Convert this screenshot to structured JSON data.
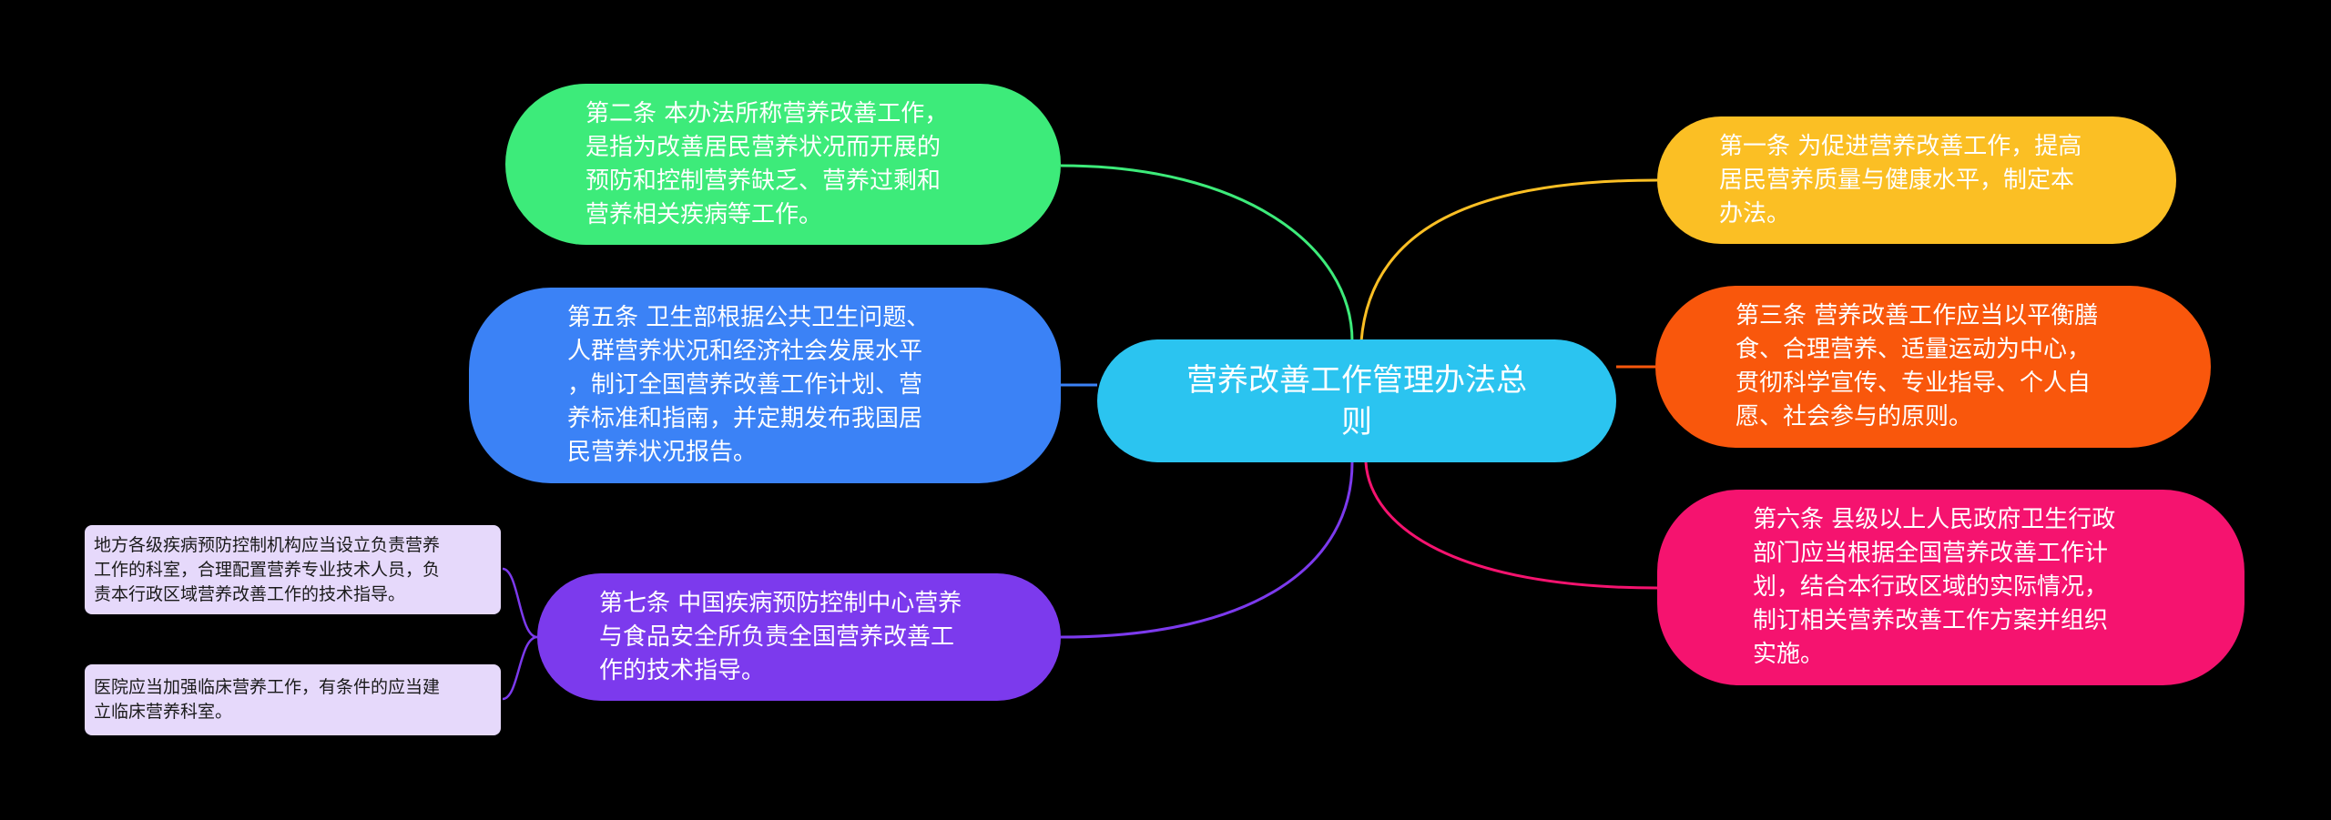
{
  "diagram": {
    "root": {
      "text": "营养改善工作管理办法总\n则",
      "color": "#2bc4f0"
    },
    "branches": [
      {
        "id": "art2",
        "text": "第二条 本办法所称营养改善工作，\n是指为改善居民营养状况而开展的\n预防和控制营养缺乏、营养过剩和\n营养相关疾病等工作。",
        "color": "#3deb7a"
      },
      {
        "id": "art5",
        "text": "第五条 卫生部根据公共卫生问题、\n人群营养状况和经济社会发展水平\n，制订全国营养改善工作计划、营\n养标准和指南，并定期发布我国居\n民营养状况报告。",
        "color": "#3b82f6"
      },
      {
        "id": "art7",
        "text": "第七条 中国疾病预防控制中心营养\n与食品安全所负责全国营养改善工\n作的技术指导。",
        "color": "#7c3aed"
      },
      {
        "id": "art1",
        "text": "第一条 为促进营养改善工作，提高\n居民营养质量与健康水平，制定本\n办法。",
        "color": "#fbbf24"
      },
      {
        "id": "art3",
        "text": "第三条 营养改善工作应当以平衡膳\n食、合理营养、适量运动为中心，\n贯彻科学宣传、专业指导、个人自\n愿、社会参与的原则。",
        "color": "#f9570c"
      },
      {
        "id": "art6",
        "text": "第六条 县级以上人民政府卫生行政\n部门应当根据全国营养改善工作计\n划，结合本行政区域的实际情况，\n制订相关营养改善工作方案并组织\n实施。",
        "color": "#f5136f"
      }
    ],
    "leaves": [
      {
        "id": "leaf1",
        "text": "地方各级疾病预防控制机构应当设立负责营养\n工作的科室，合理配置营养专业技术人员，负\n责本行政区域营养改善工作的技术指导。"
      },
      {
        "id": "leaf2",
        "text": "医院应当加强临床营养工作，有条件的应当建\n立临床营养科室。"
      }
    ]
  }
}
